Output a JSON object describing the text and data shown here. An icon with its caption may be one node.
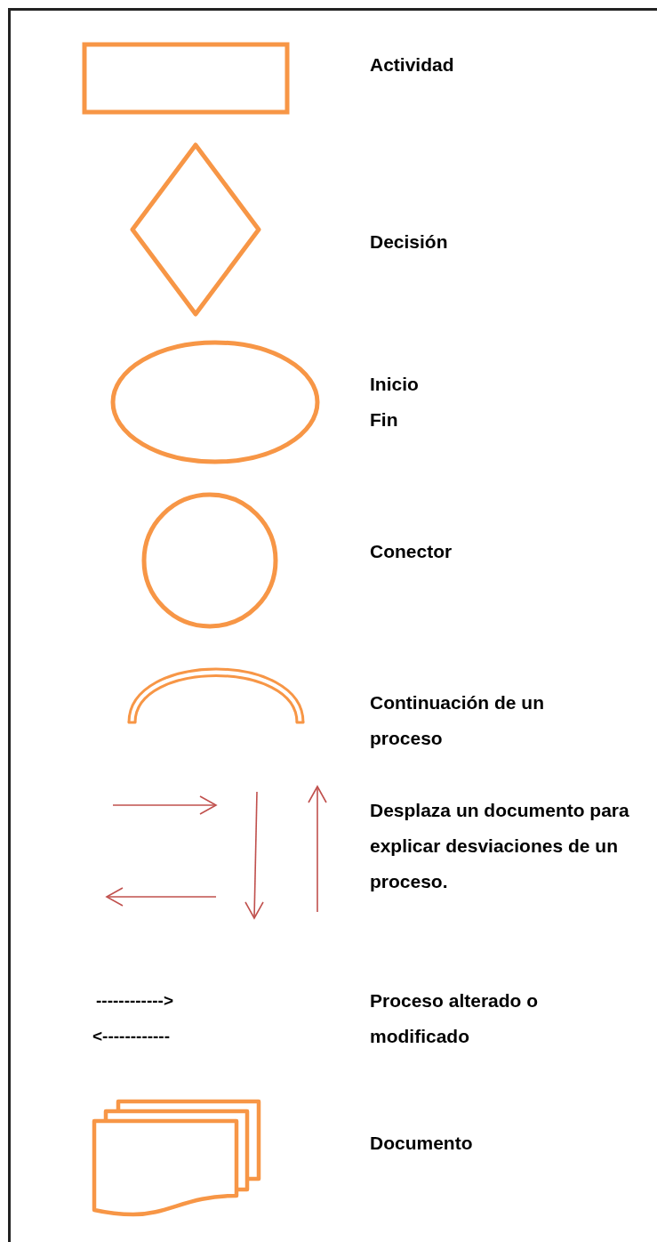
{
  "diagram": {
    "nodes": [
      {
        "text": [],
        "shape": "box"
      },
      {
        "text": [],
        "shape": "diamond"
      },
      {
        "text": [],
        "shape": "ellipse"
      },
      {
        "text": [],
        "shape": "circle"
      },
      {
        "text": [],
        "shape": "arc"
      },
      {
        "text": [],
        "shape": "picture"
      }
    ],
    "labels": [
      "Actividad",
      "Decisión",
      "Inicio Fin",
      "Conector",
      "Continuación de un proceso",
      "Desplaza un documento para explicar desviaciones de un proceso.",
      "------------>",
      "Proceso alterado o modificado",
      "<------------",
      "Documento"
    ]
  }
}
